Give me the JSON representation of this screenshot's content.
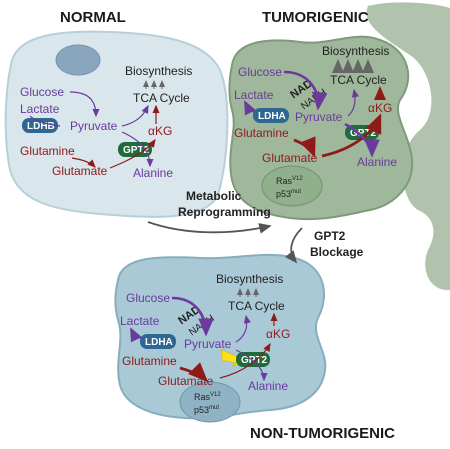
{
  "titles": {
    "normal": "NORMAL",
    "tumorigenic": "TUMORIGENIC",
    "non_tumorigenic": "NON-TUMORIGENIC"
  },
  "transitions": {
    "metabolic_line1": "Metabolic",
    "metabolic_line2": "Reprogramming",
    "gpt2_line1": "GPT2",
    "gpt2_line2": "Blockage"
  },
  "normal_cell": {
    "biosynthesis": "Biosynthesis",
    "tca": "TCA Cycle",
    "glucose": "Glucose",
    "lactate": "Lactate",
    "ldhb": "LDHB",
    "pyruvate": "Pyruvate",
    "akg": "αKG",
    "glutamine": "Glutamine",
    "gpt2": "GPT2",
    "glutamate": "Glutamate",
    "alanine": "Alanine"
  },
  "tumor_cell": {
    "biosynthesis": "Biosynthesis",
    "tca": "TCA Cycle",
    "glucose": "Glucose",
    "nad": "NAD",
    "nadh": "NADH",
    "lactate": "Lactate",
    "ldha": "LDHA",
    "pyruvate": "Pyruvate",
    "akg": "αKG",
    "gpt2": "GPT2",
    "glutamine": "Glutamine",
    "glutamate": "Glutamate",
    "alanine": "Alanine",
    "ras": "Ras",
    "ras_sup": "V12",
    "p53": "p53",
    "p53_sup": "mut"
  },
  "nontumor_cell": {
    "biosynthesis": "Biosynthesis",
    "tca": "TCA Cycle",
    "glucose": "Glucose",
    "nad": "NAD",
    "nadh": "NADH",
    "lactate": "Lactate",
    "ldha": "LDHA",
    "pyruvate": "Pyruvate",
    "akg": "αKG",
    "glutamine": "Glutamine",
    "gpt2": "GPT2",
    "glutamate": "Glutamate",
    "alanine": "Alanine",
    "ras": "Ras",
    "ras_sup": "V12",
    "p53": "p53",
    "p53_sup": "mut"
  },
  "colors": {
    "normal_cell": "#d9e6ec",
    "tumor_cell": "#9fb79a",
    "nontumor_cell": "#a9c9d6",
    "enzyme_blue": "#2e6791",
    "gpt2_green": "#1f6b3c",
    "purple": "#6a3a9c",
    "red": "#8e1a1a"
  }
}
